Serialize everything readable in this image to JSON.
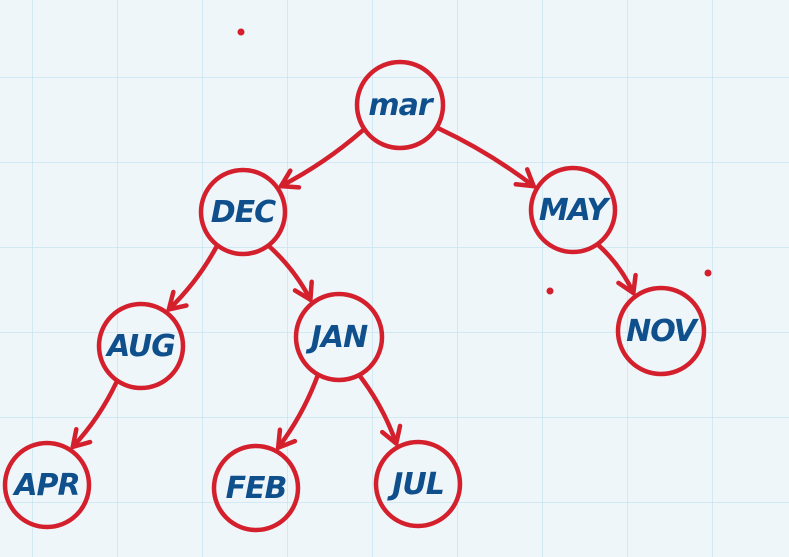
{
  "diagram": {
    "nodes": [
      {
        "id": "mar",
        "label": "mar"
      },
      {
        "id": "dec",
        "label": "DEC"
      },
      {
        "id": "may",
        "label": "MAY"
      },
      {
        "id": "aug",
        "label": "AUG"
      },
      {
        "id": "jan",
        "label": "JAN"
      },
      {
        "id": "nov",
        "label": "NOV"
      },
      {
        "id": "apr",
        "label": "APR"
      },
      {
        "id": "feb",
        "label": "FEB"
      },
      {
        "id": "jul",
        "label": "JUL"
      }
    ],
    "edges": [
      {
        "from": "mar",
        "to": "dec"
      },
      {
        "from": "mar",
        "to": "may"
      },
      {
        "from": "dec",
        "to": "aug"
      },
      {
        "from": "dec",
        "to": "jan"
      },
      {
        "from": "may",
        "to": "nov"
      },
      {
        "from": "aug",
        "to": "apr"
      },
      {
        "from": "jan",
        "to": "feb"
      },
      {
        "from": "jan",
        "to": "jul"
      }
    ]
  },
  "colors": {
    "ink_red": "#d41f2c",
    "ink_blue": "#0f4f8c",
    "grid": "#c9e3f0",
    "background": "#eef6f9"
  }
}
